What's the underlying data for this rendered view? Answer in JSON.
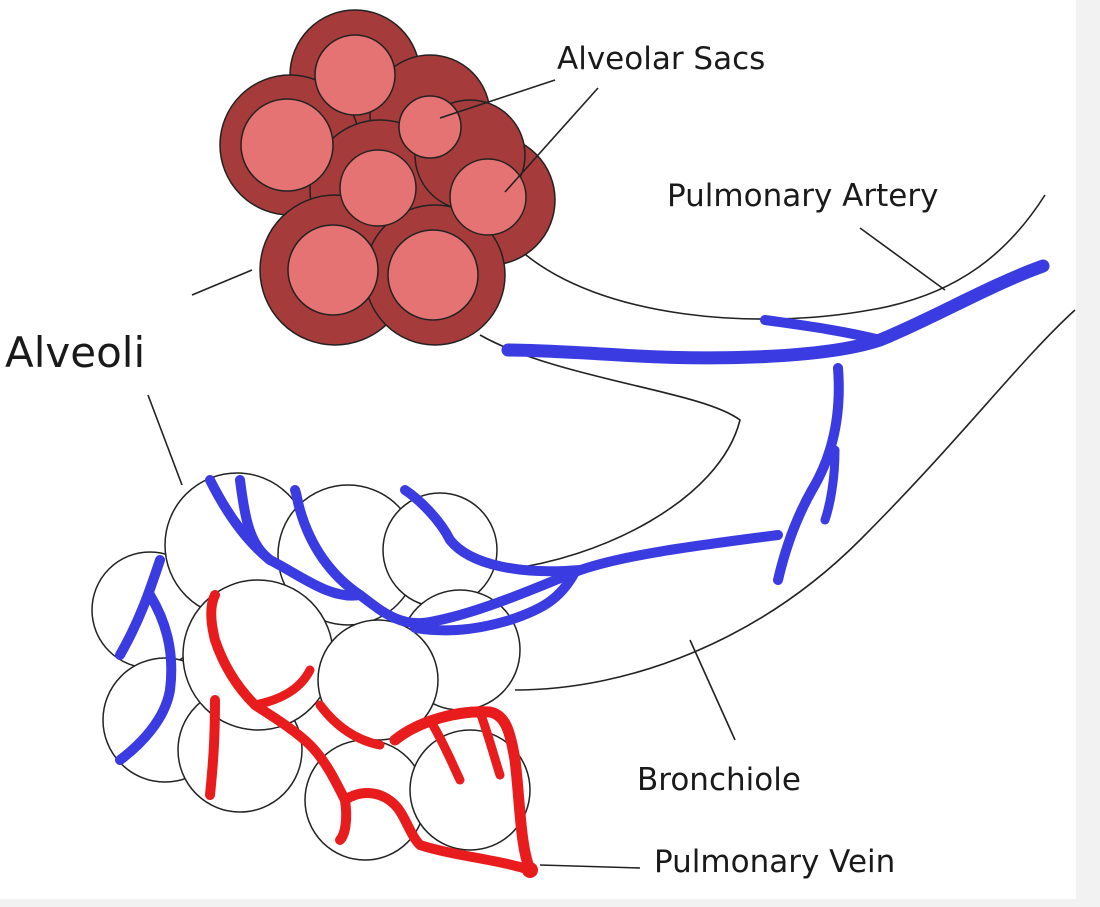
{
  "labels": {
    "alveolar_sacs": "Alveolar Sacs",
    "pulmonary_artery": "Pulmonary Artery",
    "alveoli": "Alveoli",
    "bronchiole": "Bronchiole",
    "pulmonary_vein": "Pulmonary Vein"
  },
  "colors": {
    "sac_outer": "#a53b3b",
    "sac_inner": "#e57373",
    "artery_blue": "#3a3be0",
    "vein_red": "#e81c1c",
    "outline": "#222222",
    "background": "#ffffff"
  }
}
